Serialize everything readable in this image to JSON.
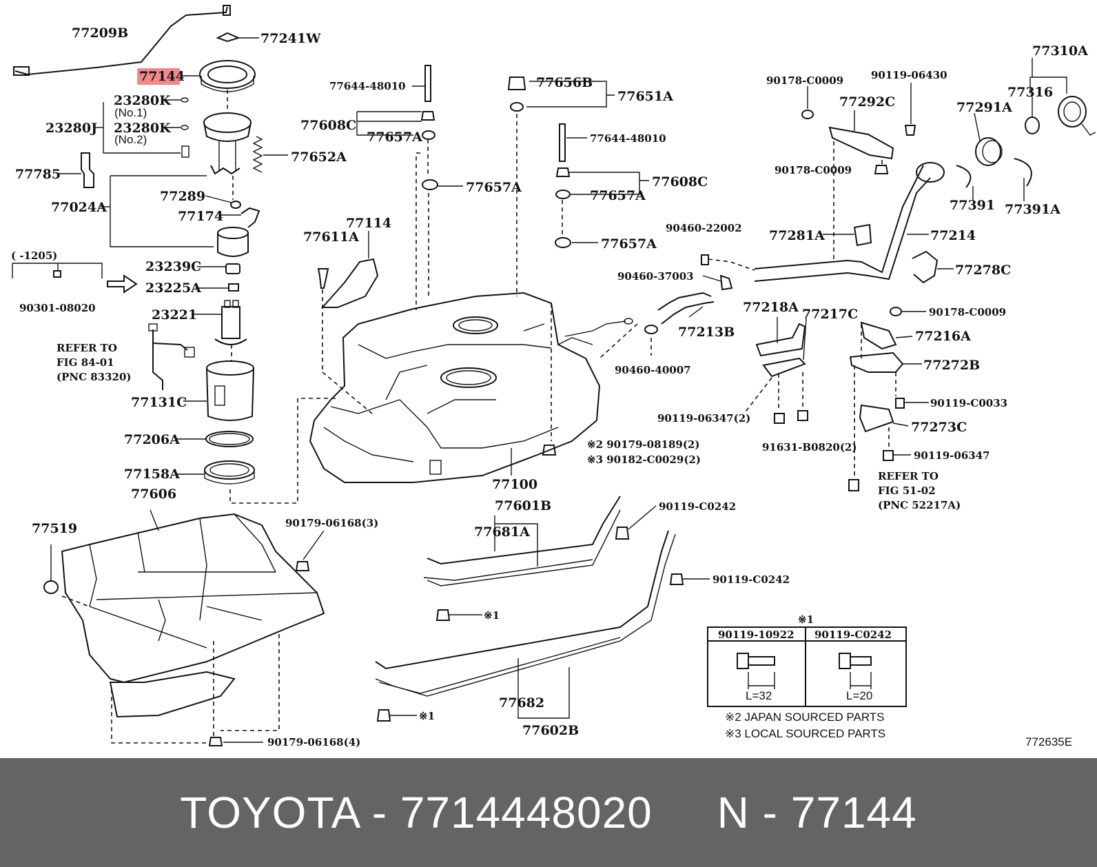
{
  "diagram": {
    "highlighted_part": "77144",
    "highlight_color": "#f08a8a",
    "figure_code": "772635E",
    "labels": [
      {
        "id": "l77209B",
        "text": "77209B"
      },
      {
        "id": "l77241W",
        "text": "77241W"
      },
      {
        "id": "l77144",
        "text": "77144"
      },
      {
        "id": "l23280K1",
        "text": "23280K"
      },
      {
        "id": "lNo1",
        "text": "(No.1)"
      },
      {
        "id": "l23280J",
        "text": "23280J"
      },
      {
        "id": "l23280K2",
        "text": "23280K"
      },
      {
        "id": "lNo2",
        "text": "(No.2)"
      },
      {
        "id": "l77785",
        "text": "77785"
      },
      {
        "id": "l77652A",
        "text": "77652A"
      },
      {
        "id": "l77024A",
        "text": "77024A"
      },
      {
        "id": "l77289",
        "text": "77289"
      },
      {
        "id": "l77174",
        "text": "77174"
      },
      {
        "id": "l1205",
        "text": "(     -1205)"
      },
      {
        "id": "l23239C",
        "text": "23239C"
      },
      {
        "id": "l23225A",
        "text": "23225A"
      },
      {
        "id": "l90301",
        "text": "90301-08020"
      },
      {
        "id": "l23221",
        "text": "23221"
      },
      {
        "id": "lRefer1",
        "text": "REFER TO"
      },
      {
        "id": "lFig1",
        "text": "FIG 84-01"
      },
      {
        "id": "lPnc1",
        "text": "(PNC 83320)"
      },
      {
        "id": "l77131C",
        "text": "77131C"
      },
      {
        "id": "l77206A",
        "text": "77206A"
      },
      {
        "id": "l77158A",
        "text": "77158A"
      },
      {
        "id": "l77606",
        "text": "77606"
      },
      {
        "id": "l77519",
        "text": "77519"
      },
      {
        "id": "l901796168_3",
        "text": "90179-06168(3)"
      },
      {
        "id": "l901796168_4",
        "text": "90179-06168(4)"
      },
      {
        "id": "l77644a",
        "text": "77644-48010"
      },
      {
        "id": "l77608Ca",
        "text": "77608C"
      },
      {
        "id": "l77657Aa",
        "text": "77657A"
      },
      {
        "id": "l77657Ab",
        "text": "77657A"
      },
      {
        "id": "l77611A",
        "text": "77611A"
      },
      {
        "id": "l77114",
        "text": "77114"
      },
      {
        "id": "l77656B",
        "text": "77656B"
      },
      {
        "id": "l77651A",
        "text": "77651A"
      },
      {
        "id": "l77644b",
        "text": "77644-48010"
      },
      {
        "id": "l77608Cb",
        "text": "77608C"
      },
      {
        "id": "l77657Ac",
        "text": "77657A"
      },
      {
        "id": "l77657Ad",
        "text": "77657A"
      },
      {
        "id": "l90179c",
        "text": "※2 90179-08189(2)"
      },
      {
        "id": "l90182",
        "text": "※3 90182-C0029(2)"
      },
      {
        "id": "l77100",
        "text": "77100"
      },
      {
        "id": "l77601B",
        "text": "77601B"
      },
      {
        "id": "l77681A",
        "text": "77681A"
      },
      {
        "id": "l90119c0242a",
        "text": "90119-C0242"
      },
      {
        "id": "l90119c0242b",
        "text": "90119-C0242"
      },
      {
        "id": "lx1a",
        "text": "※1"
      },
      {
        "id": "lx1b",
        "text": "※1"
      },
      {
        "id": "l77682",
        "text": "77682"
      },
      {
        "id": "l77602B",
        "text": "77602B"
      },
      {
        "id": "l90460_22002",
        "text": "90460-22002"
      },
      {
        "id": "l90460_37003",
        "text": "90460-37003"
      },
      {
        "id": "l77213B",
        "text": "77213B"
      },
      {
        "id": "l90460_40007",
        "text": "90460-40007"
      },
      {
        "id": "l90178a",
        "text": "90178-C0009"
      },
      {
        "id": "l90119_06430",
        "text": "90119-06430"
      },
      {
        "id": "l77292C",
        "text": "77292C"
      },
      {
        "id": "l90178b",
        "text": "90178-C0009"
      },
      {
        "id": "l77281A",
        "text": "77281A"
      },
      {
        "id": "l77214",
        "text": "77214"
      },
      {
        "id": "l77278C",
        "text": "77278C"
      },
      {
        "id": "l90178c",
        "text": "90178-C0009"
      },
      {
        "id": "l77218A",
        "text": "77218A"
      },
      {
        "id": "l77217C",
        "text": "77217C"
      },
      {
        "id": "l77216A",
        "text": "77216A"
      },
      {
        "id": "l77272B",
        "text": "77272B"
      },
      {
        "id": "l90119c0033",
        "text": "90119-C0033"
      },
      {
        "id": "l90119_06347_2",
        "text": "90119-06347(2)"
      },
      {
        "id": "l91631",
        "text": "91631-B0820(2)"
      },
      {
        "id": "l77273C",
        "text": "77273C"
      },
      {
        "id": "l90119_06347",
        "text": "90119-06347"
      },
      {
        "id": "lRefer2",
        "text": "REFER TO"
      },
      {
        "id": "lFig2",
        "text": "FIG 51-02"
      },
      {
        "id": "lPnc2",
        "text": "(PNC 52217A)"
      },
      {
        "id": "l77310A",
        "text": "77310A"
      },
      {
        "id": "l77316",
        "text": "77316"
      },
      {
        "id": "l77291A",
        "text": "77291A"
      },
      {
        "id": "l77391",
        "text": "77391"
      },
      {
        "id": "l77391A",
        "text": "77391A"
      }
    ],
    "legend_table": {
      "mark": "※1",
      "col1_header": "90119-10922",
      "col2_header": "90119-C0242",
      "col1_dim": "L=32",
      "col2_dim": "L=20"
    },
    "notes": {
      "note2": "※2 JAPAN SOURCED PARTS",
      "note3": "※3 LOCAL SOURCED PARTS"
    }
  },
  "banner": {
    "text": "TOYOTA - 7714448020     N - 77144"
  }
}
